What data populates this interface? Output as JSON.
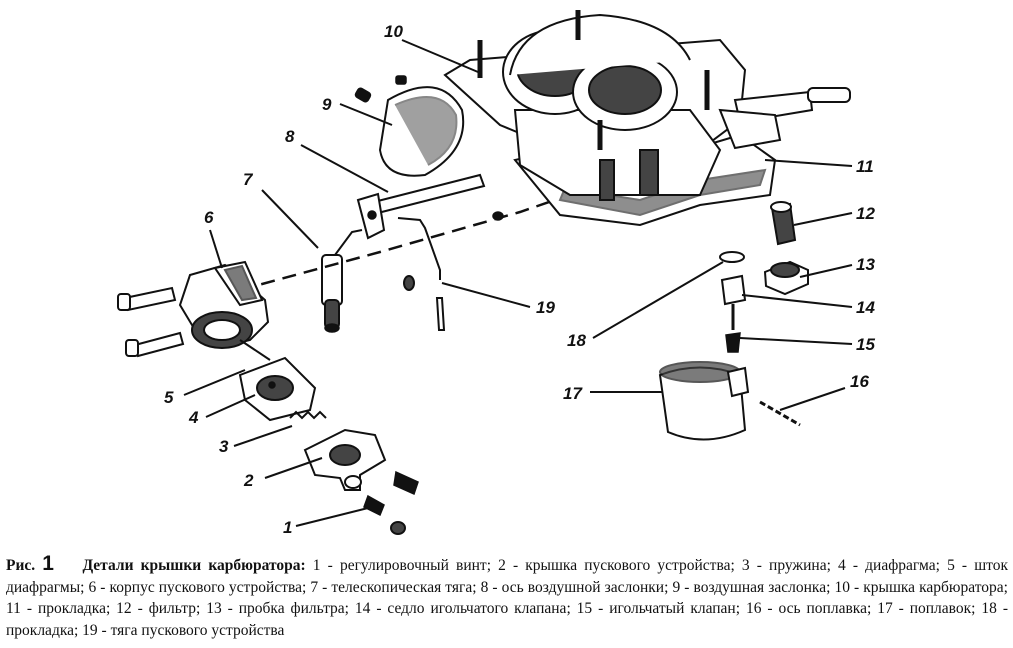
{
  "callouts": [
    "1",
    "2",
    "3",
    "4",
    "5",
    "6",
    "7",
    "8",
    "9",
    "10",
    "11",
    "12",
    "13",
    "14",
    "15",
    "16",
    "17",
    "18",
    "19"
  ],
  "caption": {
    "label": "Рис.",
    "number": "1",
    "title": "Детали крышки карбюратора:",
    "text": "1 - регулировочный винт; 2 - крышка пускового устройства; 3 - пружина; 4 - диафрагма; 5 - шток диафрагмы; 6 - корпус пускового устройства; 7 - телескопическая тяга; 8 - ось воздушной заслонки; 9 - воздушная заслонка; 10 - крышка карбюратора; 11 - прокладка; 12 - фильтр; 13 - пробка фильтра; 14 - седло игольчатого клапана; 15 - игольчатый клапан; 16 - ось поплавка; 17 - поплавок; 18 - прокладка; 19 - тяга пускового устройства"
  }
}
